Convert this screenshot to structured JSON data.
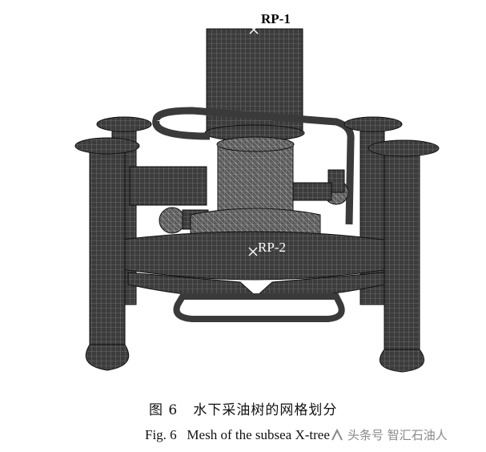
{
  "figure": {
    "point_label_top": "RP-1",
    "point_label_center": "RP-2"
  },
  "caption": {
    "zh": "图 6   水下采油树的网格划分",
    "en": "Fig. 6   Mesh of the subsea X-tree"
  },
  "watermark": {
    "text": "头条号 智汇石油人",
    "icon": "watermark-logo-icon"
  },
  "colors": {
    "mesh_fill": "#3a3a3a",
    "mesh_line": "#9a9a9a",
    "background": "#ffffff"
  }
}
